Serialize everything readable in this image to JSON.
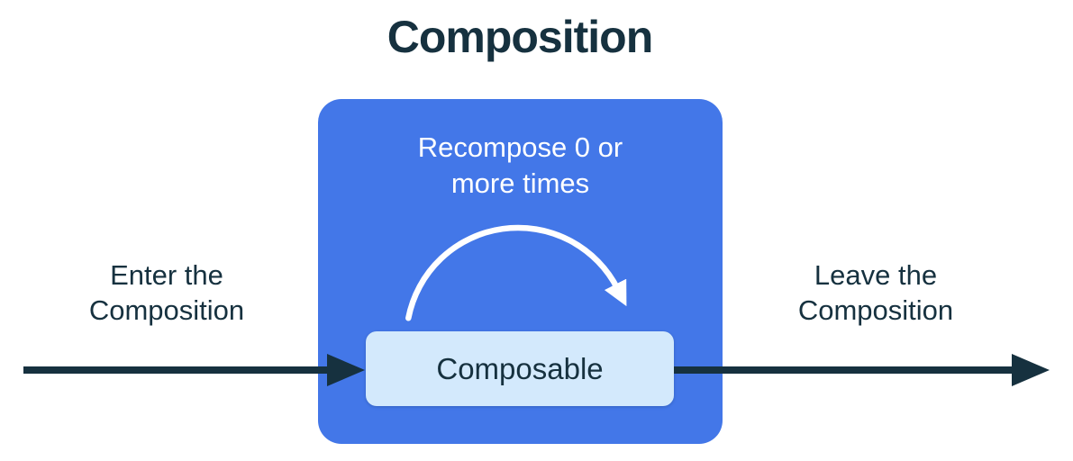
{
  "title": "Composition",
  "colors": {
    "blue": "#4377e8",
    "lightblue": "#d3e9fc",
    "dark": "#16313f",
    "white": "#ffffff",
    "bg": "#ffffff"
  },
  "composition_box": {
    "recompose_line1": "Recompose 0 or",
    "recompose_line2": "more times"
  },
  "composable_box": {
    "label": "Composable"
  },
  "enter_label": {
    "line1": "Enter the",
    "line2": "Composition"
  },
  "leave_label": {
    "line1": "Leave the",
    "line2": "Composition"
  }
}
